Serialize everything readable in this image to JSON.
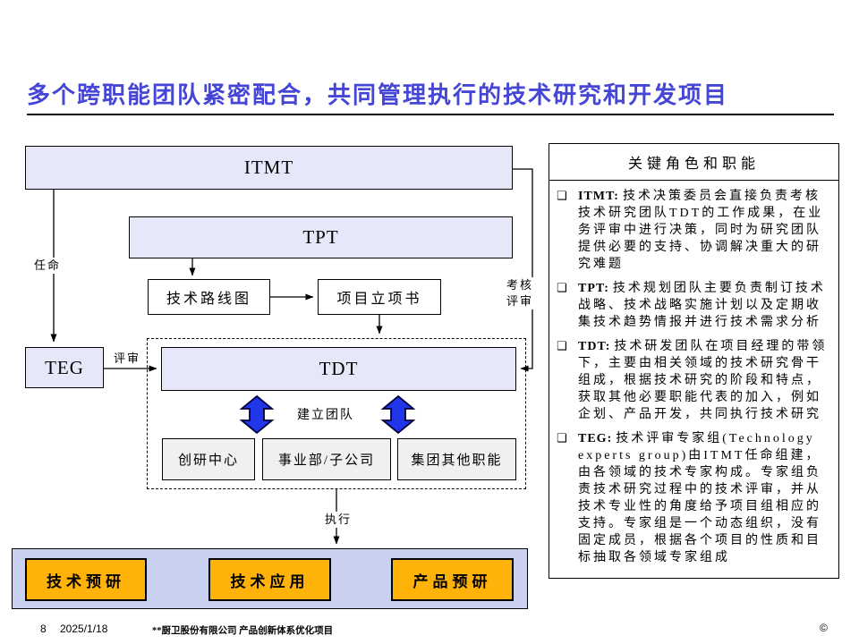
{
  "slide": {
    "title": "多个跨职能团队紧密配合，共同管理执行的技术研究和开发项目",
    "footer": {
      "page_number": "8",
      "date": "2025/1/18",
      "project": "**厨卫股份有限公司  产品创新体系优化项目",
      "copyright": "©"
    }
  },
  "diagram": {
    "nodes": {
      "itmt": "ITMT",
      "tpt": "TPT",
      "tech_roadmap": "技术路线图",
      "project_proposal": "项目立项书",
      "teg": "TEG",
      "tdt": "TDT",
      "innovation_center": "创研中心",
      "business_unit": "事业部/子公司",
      "group_functions": "集团其他职能",
      "tech_preresearch": "技术预研",
      "tech_application": "技术应用",
      "product_preresearch": "产品预研"
    },
    "edge_labels": {
      "appoint": "任命",
      "review": "评审",
      "assess_line1": "考核",
      "assess_line2": "评审",
      "build_team": "建立团队",
      "execute": "执行"
    }
  },
  "panel": {
    "title": "关键角色和职能",
    "bullet_glyph": "❑",
    "items": [
      {
        "term": "ITMT:",
        "desc": "技术决策委员会直接负责考核技术研究团队TDT的工作成果，在业务评审中进行决策，同时为研究团队提供必要的支持、协调解决重大的研究难题"
      },
      {
        "term": "TPT:",
        "desc": "技术规划团队主要负责制订技术战略、技术战略实施计划以及定期收集技术趋势情报并进行技术需求分析"
      },
      {
        "term": "TDT:",
        "desc": "技术研发团队在项目经理的带领下，主要由相关领域的技术研究骨干组成，根据技术研究的阶段和特点，获取其他必要职能代表的加入，例如企划、产品开发，共同执行技术研究"
      },
      {
        "term": "TEG:",
        "desc": "技术评审专家组(Technology experts group)由ITMT任命组建，由各领域的技术专家构成。专家组负责技术研究过程中的技术评审，并从技术专业性的角度给予项目组相应的支持。专家组是一个动态组织，没有固定成员，根据各个项目的性质和目标抽取各领域专家组成"
      }
    ]
  },
  "colors": {
    "title_blue": "#4545D6",
    "box_lavender": "#E6E7F8",
    "band_lavender": "#C9D0F0",
    "accent_orange": "#FFB30A",
    "arrow_blue": "#2136E8",
    "box_gray": "#F0F0F0",
    "line_black": "#000000"
  }
}
